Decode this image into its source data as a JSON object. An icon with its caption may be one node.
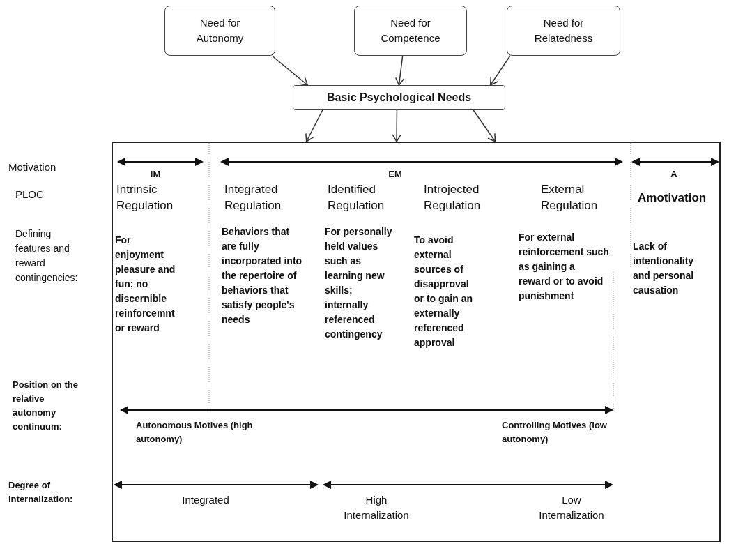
{
  "diagram": {
    "nodes": [
      {
        "text": [
          "Need for Autonomy"
        ]
      },
      {
        "text": [
          "Need for Competence"
        ]
      },
      {
        "text": [
          "Need for Relatedness"
        ]
      },
      {
        "text": [
          "Basic Psychological Needs"
        ]
      },
      {
        "text": [],
        "shape": "box"
      }
    ],
    "edges": [
      {
        "from": 0,
        "to": 3,
        "arrow": "to"
      },
      {
        "from": 1,
        "to": 3,
        "arrow": "to"
      },
      {
        "from": 2,
        "to": 3,
        "arrow": "to"
      },
      {
        "from": 3,
        "to": 4,
        "arrow": "to"
      },
      {
        "from": 3,
        "to": 4,
        "arrow": "to"
      },
      {
        "from": 3,
        "to": 4,
        "arrow": "to"
      }
    ],
    "labels": [
      "Motivation",
      "IM",
      "EM",
      "A",
      "PLOC",
      "Intrinsic Regulation",
      "Integrated Regulation",
      "Identified Regulation",
      "Introjected Regulation",
      "External Regulation",
      "Amotivation",
      "Defining features and reward contingencies:",
      "For enjoyment pleasure and fun; no discernible reinforcemnt or reward",
      "Behaviors that are fully incorporated into the repertoire of behaviors that satisfy people's needs",
      "For personally held values such as learning new skills; internally referenced contingency",
      "To avoid external sources of disapproval or to gain an externally referenced approval",
      "For external reinforcement such as gaining a reward or to avoid punishment",
      "Lack of intentionality and personal causation",
      "Position on the relative autonomy continuum:",
      "Autonomous Motives (high autonomy)",
      "Controlling Motives (low autonomy)",
      "Degree of internalization:",
      "Integrated",
      "High Internalization",
      "Low Internalization"
    ]
  }
}
